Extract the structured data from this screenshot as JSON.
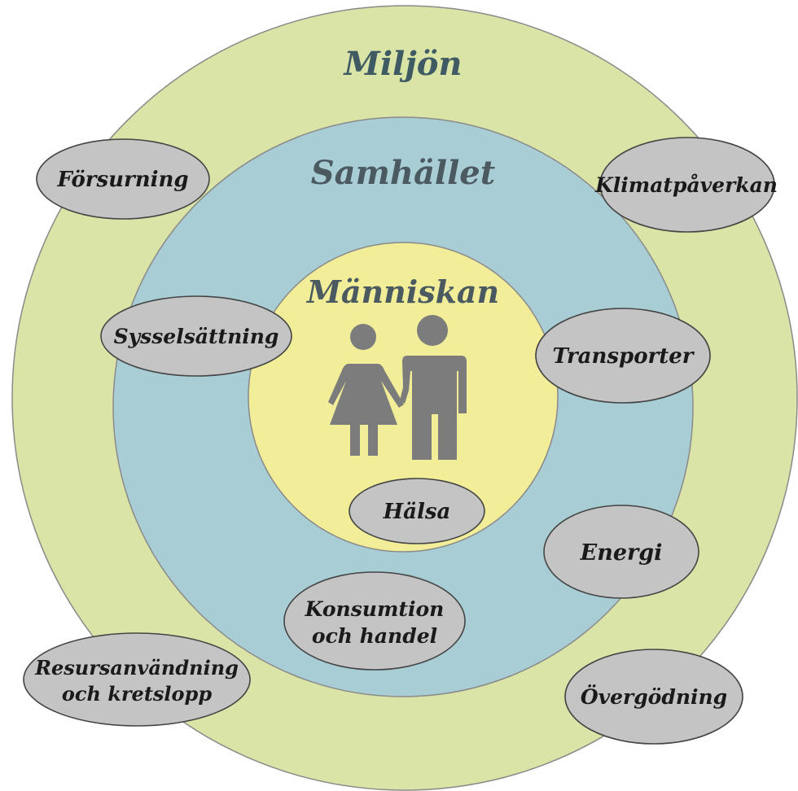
{
  "colors": {
    "outer_ring": "#d9e4a6",
    "middle_ring": "#a9cdd4",
    "inner_circle": "#f1ed99",
    "ring_stroke": "#8a8a8a",
    "oval_fill": "#c4c4c4",
    "oval_stroke": "#444444",
    "people_icon": "#7c7c7c",
    "title_outer": "#3f5a62",
    "title_middle": "#4a5a60",
    "title_inner": "#4a5a60"
  },
  "rings": {
    "outer_label": "Miljön",
    "middle_label": "Samhället",
    "inner_label": "Människan"
  },
  "icon": "people-couple-icon",
  "topics": {
    "forsurning": [
      "Försurning"
    ],
    "klimatpaverkan": [
      "Klimatpåverkan"
    ],
    "sysselsattning": [
      "Sysselsättning"
    ],
    "transporter": [
      "Transporter"
    ],
    "halsa": [
      "Hälsa"
    ],
    "energi": [
      "Energi"
    ],
    "konsumtion": [
      "Konsumtion",
      "och handel"
    ],
    "resursanvandning": [
      "Resursanvändning",
      "och kretslopp"
    ],
    "overgodning": [
      "Övergödning"
    ]
  }
}
